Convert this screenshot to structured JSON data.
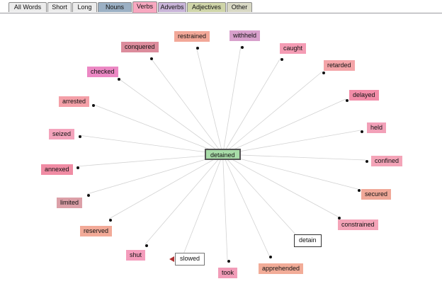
{
  "tabs": [
    {
      "label": "All Words",
      "color": "#ececec",
      "active": false
    },
    {
      "label": "Short",
      "color": "#ececec",
      "active": false
    },
    {
      "label": "Long",
      "color": "#ececec",
      "active": false
    },
    {
      "label": "Nouns",
      "color": "#9bb0c4",
      "active": false
    },
    {
      "label": "Verbs",
      "color": "#f8a8c0",
      "active": true
    },
    {
      "label": "Adverbs",
      "color": "#c8b4d8",
      "active": false
    },
    {
      "label": "Adjectives",
      "color": "#cfd5a8",
      "active": false
    },
    {
      "label": "Other",
      "color": "#d8d8c4",
      "active": false
    }
  ],
  "center_word": {
    "label": "detained",
    "color": "#a8dca8"
  },
  "words": [
    {
      "label": "restrained",
      "color": "#f2a898"
    },
    {
      "label": "withheld",
      "color": "#d8a0cc"
    },
    {
      "label": "caught",
      "color": "#f49cb4"
    },
    {
      "label": "retarded",
      "color": "#f4a4a8"
    },
    {
      "label": "delayed",
      "color": "#f28ca8"
    },
    {
      "label": "held",
      "color": "#f2a0b8"
    },
    {
      "label": "confined",
      "color": "#f4a4b8"
    },
    {
      "label": "secured",
      "color": "#f0a898"
    },
    {
      "label": "constrained",
      "color": "#f4a4b8"
    },
    {
      "label": "detain",
      "color": "#ffffff"
    },
    {
      "label": "apprehended",
      "color": "#f2ac98"
    },
    {
      "label": "took",
      "color": "#f29cb8"
    },
    {
      "label": "slowed",
      "color": "#ffffff"
    },
    {
      "label": "shut",
      "color": "#f49cbc"
    },
    {
      "label": "reserved",
      "color": "#f2aa98"
    },
    {
      "label": "limited",
      "color": "#dca0a8"
    },
    {
      "label": "annexed",
      "color": "#f08ca4"
    },
    {
      "label": "seized",
      "color": "#f4a4bc"
    },
    {
      "label": "arrested",
      "color": "#f4a0a8"
    },
    {
      "label": "checked",
      "color": "#ec88c4"
    },
    {
      "label": "conquered",
      "color": "#dc8c9c"
    }
  ],
  "spoke_color": "#d2d2d2"
}
